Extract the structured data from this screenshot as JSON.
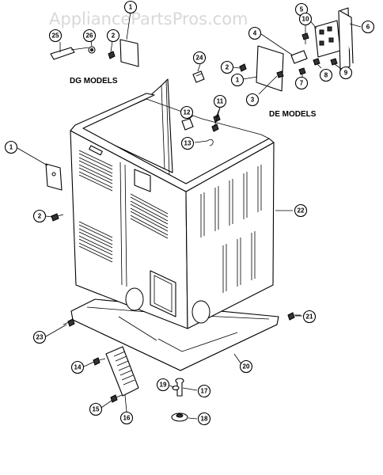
{
  "watermark": "AppliancePartsPros.com",
  "labels": {
    "dg_models": "DG MODELS",
    "de_models": "DE MODELS"
  },
  "callouts": [
    {
      "id": "c1a",
      "number": "1"
    },
    {
      "id": "c1b",
      "number": "1"
    },
    {
      "id": "c1c",
      "number": "1"
    },
    {
      "id": "c2a",
      "number": "2"
    },
    {
      "id": "c2b",
      "number": "2"
    },
    {
      "id": "c2c",
      "number": "2"
    },
    {
      "id": "c3",
      "number": "3"
    },
    {
      "id": "c4",
      "number": "4"
    },
    {
      "id": "c5",
      "number": "5"
    },
    {
      "id": "c6",
      "number": "6"
    },
    {
      "id": "c7",
      "number": "7"
    },
    {
      "id": "c8",
      "number": "8"
    },
    {
      "id": "c9",
      "number": "9"
    },
    {
      "id": "c10",
      "number": "10"
    },
    {
      "id": "c11",
      "number": "11"
    },
    {
      "id": "c12",
      "number": "12"
    },
    {
      "id": "c13",
      "number": "13"
    },
    {
      "id": "c14",
      "number": "14"
    },
    {
      "id": "c15",
      "number": "15"
    },
    {
      "id": "c16",
      "number": "16"
    },
    {
      "id": "c17",
      "number": "17"
    },
    {
      "id": "c18",
      "number": "18"
    },
    {
      "id": "c19",
      "number": "19"
    },
    {
      "id": "c20",
      "number": "20"
    },
    {
      "id": "c21",
      "number": "21"
    },
    {
      "id": "c22",
      "number": "22"
    },
    {
      "id": "c23",
      "number": "23"
    },
    {
      "id": "c24",
      "number": "24"
    },
    {
      "id": "c25",
      "number": "25"
    },
    {
      "id": "c26",
      "number": "26"
    }
  ]
}
